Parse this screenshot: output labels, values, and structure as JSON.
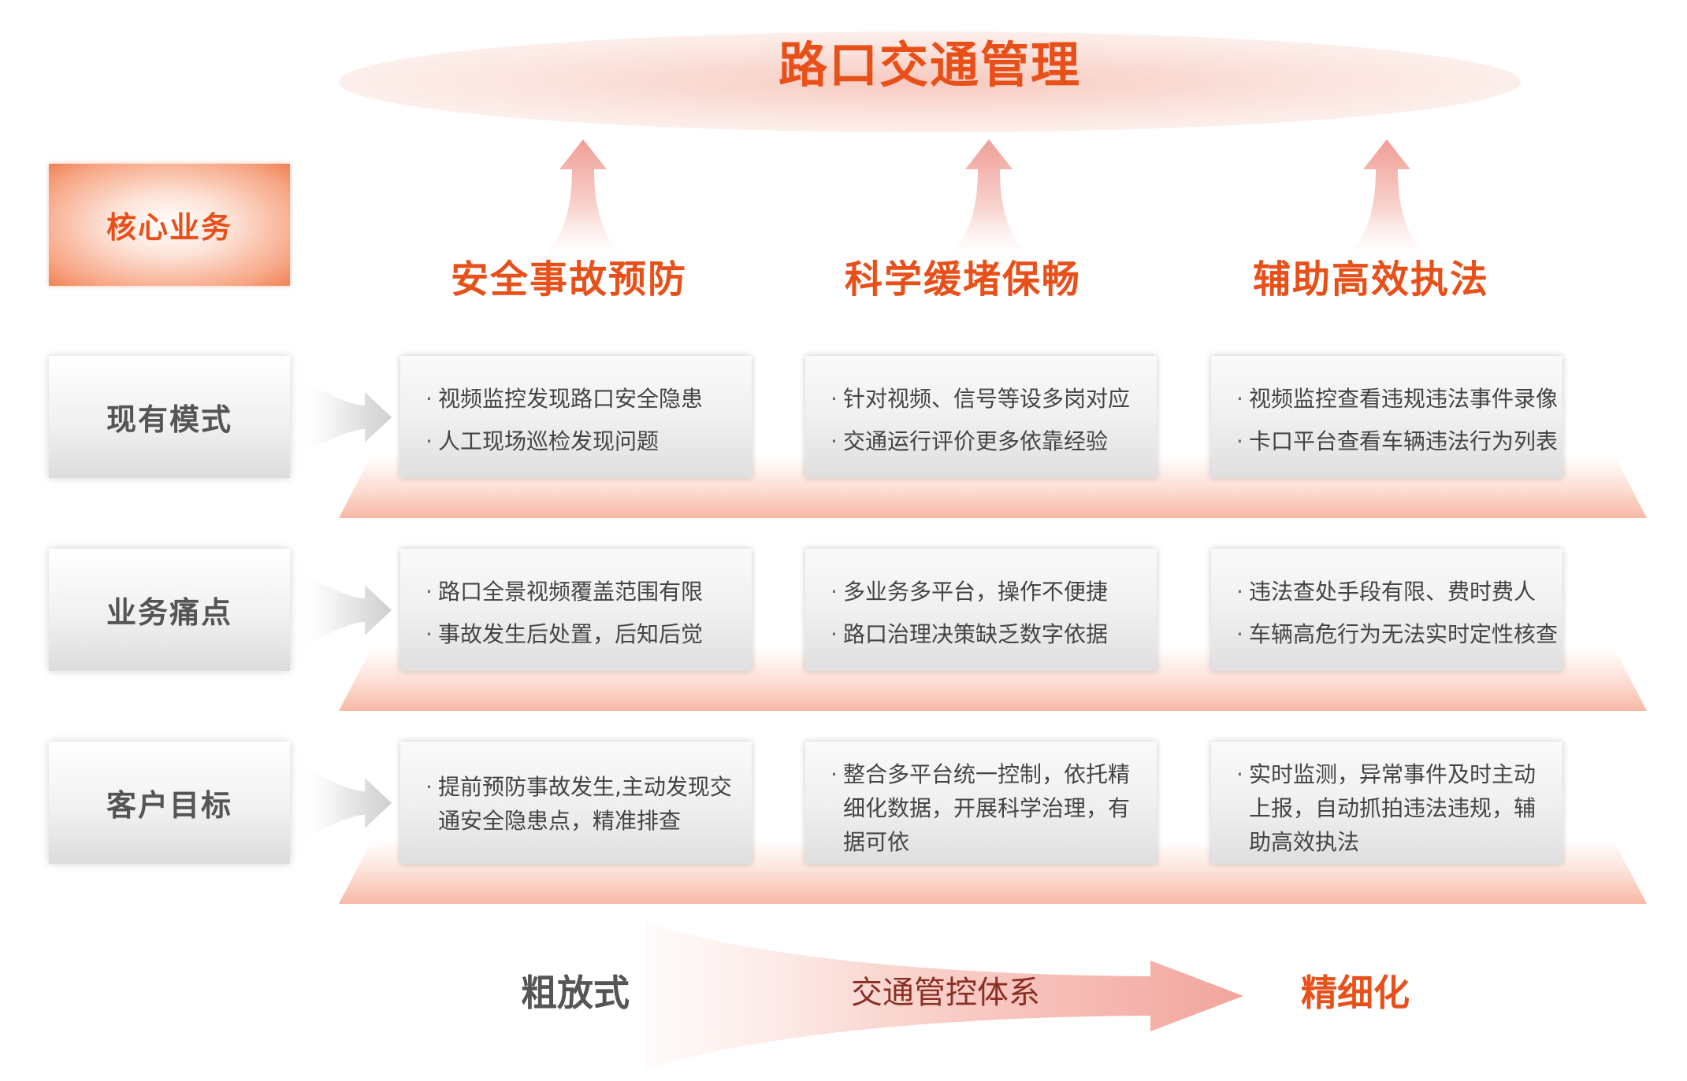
{
  "title": "路口交通管理",
  "row_labels": {
    "core": "核心业务",
    "current": "现有模式",
    "pain": "业务痛点",
    "goal": "客户目标"
  },
  "columns": [
    {
      "header": "安全事故预防",
      "current": [
        "视频监控发现路口安全隐患",
        "人工现场巡检发现问题"
      ],
      "pain": [
        "路口全景视频覆盖范围有限",
        "事故发生后处置，后知后觉"
      ],
      "goal": "提前预防事故发生,主动发现交通安全隐患点，精准排查"
    },
    {
      "header": "科学缓堵保畅",
      "current": [
        "针对视频、信号等设多岗对应",
        "交通运行评价更多依靠经验"
      ],
      "pain": [
        "多业务多平台，操作不便捷",
        "路口治理决策缺乏数字依据"
      ],
      "goal": "整合多平台统一控制，依托精细化数据，开展科学治理，有据可依"
    },
    {
      "header": "辅助高效执法",
      "current": [
        "视频监控查看违规违法事件录像",
        "卡口平台查看车辆违法行为列表"
      ],
      "pain": [
        "违法查处手段有限、费时费人",
        "车辆高危行为无法实时定性核查"
      ],
      "goal": "实时监测，异常事件及时主动上报，自动抓拍违法违规，辅助高效执法"
    }
  ],
  "bottom": {
    "left": "粗放式",
    "middle": "交通管控体系",
    "right": "精细化"
  },
  "colors": {
    "accent": "#e8501a",
    "text_gray": "#555555",
    "arrow_pink": "#f3a8a0"
  }
}
